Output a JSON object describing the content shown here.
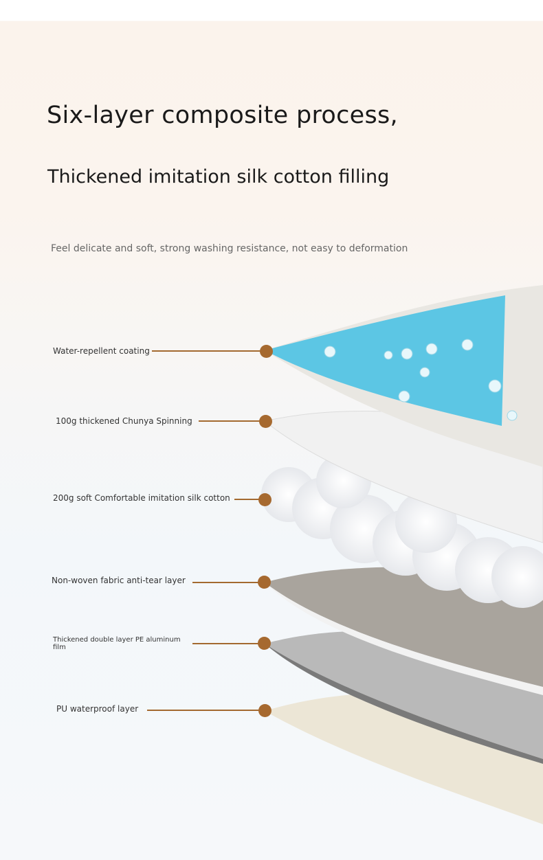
{
  "heading": {
    "title_line1": "Six-layer composite process,",
    "title_line2": "Thickened imitation silk cotton filling",
    "subtitle": "Feel delicate and soft, strong washing resistance, not easy to deformation"
  },
  "layers": [
    {
      "label": "Water-repellent coating",
      "color": "#5cc6e4"
    },
    {
      "label": "100g thickened Chunya Spinning",
      "color": "#f2f2f2"
    },
    {
      "label": "200g soft Comfortable imitation silk cotton",
      "color": "#ffffff"
    },
    {
      "label": "Non-woven fabric anti-tear layer",
      "color": "#a9a49d"
    },
    {
      "label": "Thickened double layer PE aluminum film",
      "color": "#b5b5b5"
    },
    {
      "label": "PU waterproof layer",
      "color": "#ece6d6"
    }
  ],
  "accent": "#a6692f"
}
